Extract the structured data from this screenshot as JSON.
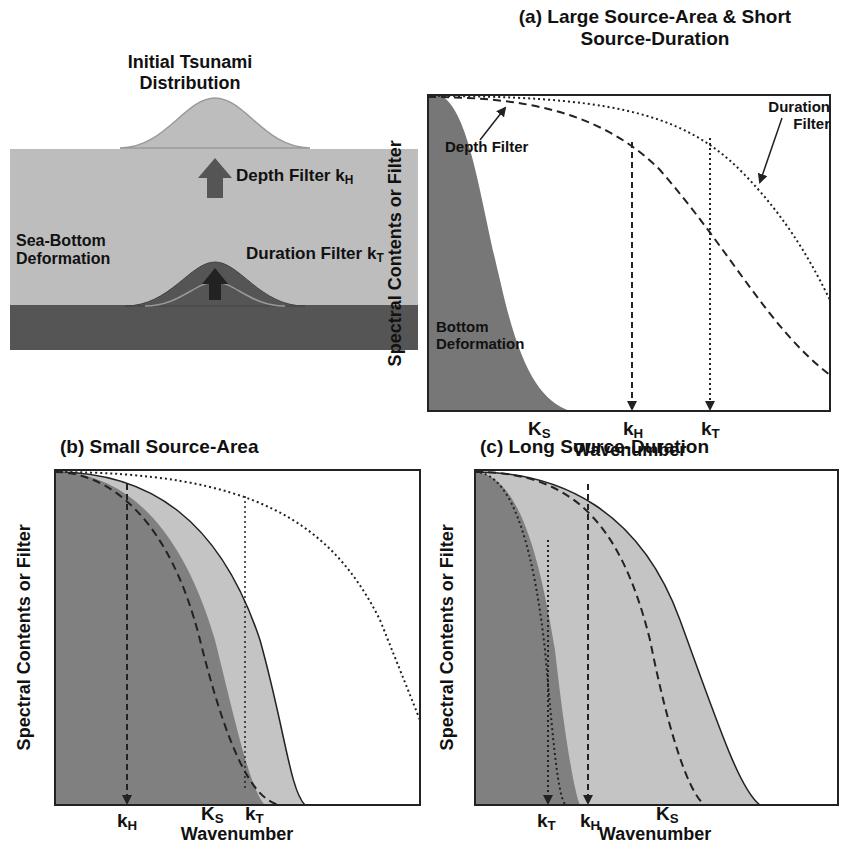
{
  "diagram": {
    "labels": [
      "(a) Large Source-Area & Short Source-Duration",
      "Initial Tsunami Distribution",
      "Depth Filter kH",
      "Sea-Bottom Deformation",
      "Duration Filter kT",
      "Spectral Contents or Filter",
      "Depth Filter",
      "Duration Filter",
      "Bottom Deformation",
      "KS",
      "kH",
      "kT",
      "Wavenumber",
      "(b) Small Source-Area",
      "Spectral Contents or Filter",
      "kH",
      "KS",
      "kT",
      "Wavenumber",
      "(c) Long Source-Duration",
      "Spectral Contents or Filter",
      "kT",
      "kH",
      "KS",
      "Wavenumber"
    ]
  }
}
